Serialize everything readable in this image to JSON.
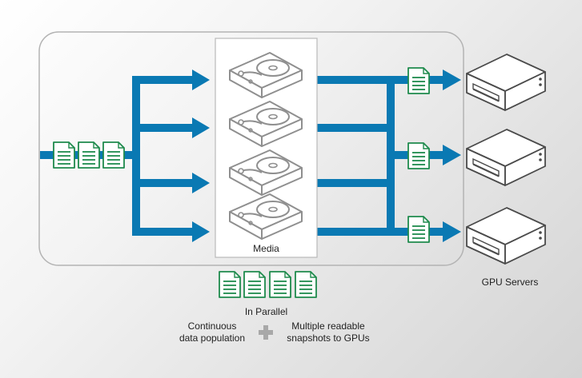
{
  "labels": {
    "media": "Media",
    "gpu_servers": "GPU Servers",
    "in_parallel": "In Parallel",
    "continuous": [
      "Continuous",
      "data population"
    ],
    "snapshots": [
      "Multiple readable",
      "snapshots to GPUs"
    ]
  },
  "colors": {
    "arrow": "#0a79b3",
    "document": "#1e8a4c",
    "drive": "#8f8f8f",
    "server": "#4a4a4a",
    "plus": "#a8a8a8"
  },
  "icons": {
    "drive": "hard-drive-icon",
    "document": "document-icon",
    "server": "server-icon",
    "plus": "plus-icon"
  }
}
